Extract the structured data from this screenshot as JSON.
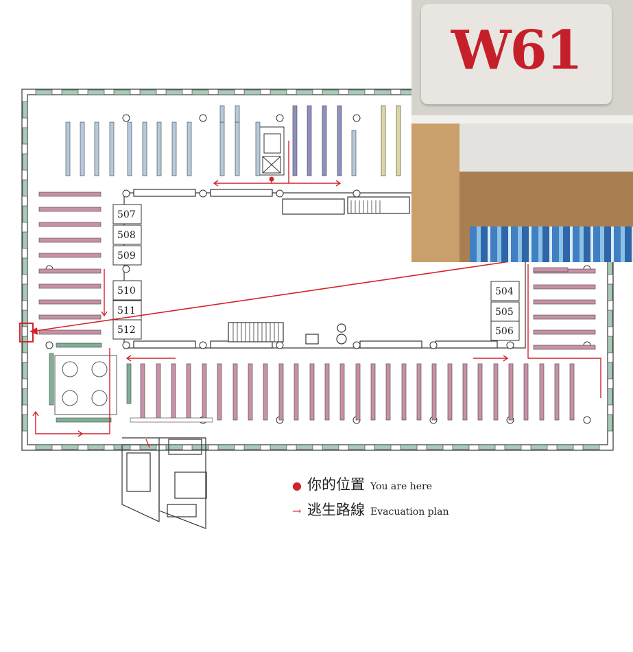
{
  "rooms": [
    "507",
    "508",
    "509",
    "510",
    "511",
    "512",
    "504",
    "505",
    "506"
  ],
  "legend": {
    "here_zh": "你的位置",
    "here_en": "You are here",
    "route_zh": "逃生路線",
    "route_en": "Evacuation plan"
  },
  "photo": {
    "shelf_label": "W61"
  },
  "colors": {
    "route": "#d2232a",
    "wall": "#a7cbb8",
    "shelf_pink": "#c990a8",
    "shelf_blue": "#b7c9dc",
    "shelf_purple": "#8f8ec0",
    "shelf_yellow": "#dcd7a2",
    "shelf_green": "#7fb093"
  }
}
